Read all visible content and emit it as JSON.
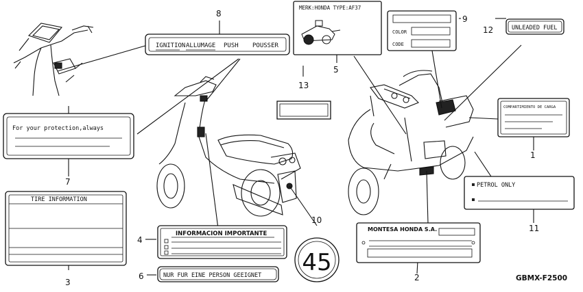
{
  "diagram": {
    "code": "GBMX-F2500",
    "callouts": [
      "1",
      "2",
      "3",
      "4",
      "5",
      "6",
      "7",
      "8",
      "9",
      "10",
      "11",
      "12",
      "13"
    ],
    "labels": {
      "ignition": {
        "ignition": "IGNITION",
        "allumage": "ALLUMAGE",
        "push": "PUSH",
        "pousser": "POUSSER"
      },
      "model": "MERK:HONDA TYPE:AF37",
      "color_plate": {
        "color": "COLOR",
        "code": "CODE"
      },
      "unleaded": "UNLEADED FUEL",
      "protection": "For your protection,always",
      "cargo": "COMPARTIMIENTO DE CARGA",
      "petrol": "PETROL ONLY",
      "tire": "TIRE INFORMATION",
      "info": "INFORMACION IMPORTANTE",
      "montesa": "MONTESA HONDA S.A.",
      "person": "NUR FUR EINE PERSON GEEIGNET",
      "speed": "45"
    }
  }
}
